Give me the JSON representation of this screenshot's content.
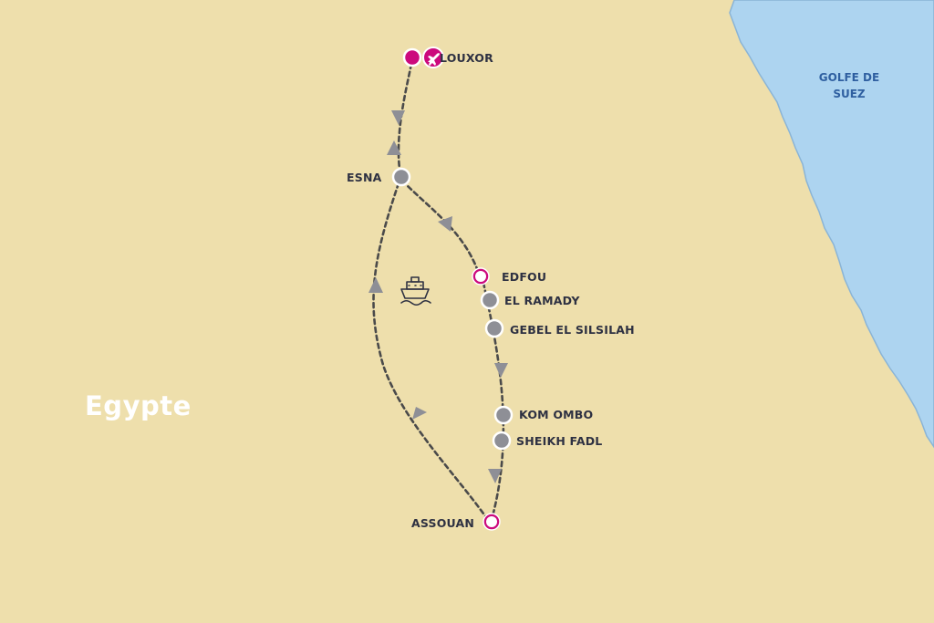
{
  "map": {
    "country_label": "Egypte",
    "sea_label_line1": "GOLFE DE",
    "sea_label_line2": "SUEZ",
    "colors": {
      "land": "#eedfac",
      "sea": "#add4f0",
      "coast": "#8ab4d6",
      "route": "#4a4a4a",
      "arrow": "#8e8f96",
      "stop_fill": "#8e8f96",
      "highlight": "#cc0a7d",
      "highlight_stop_fill": "#ffffff"
    },
    "icons": {
      "ship": "ship-icon",
      "airport": "airplane-icon"
    },
    "stops": [
      {
        "id": "louxor",
        "label": "LOUXOR",
        "type": "airport"
      },
      {
        "id": "esna",
        "label": "ESNA",
        "type": "stop"
      },
      {
        "id": "edfou",
        "label": "EDFOU",
        "type": "highlight"
      },
      {
        "id": "el-ramady",
        "label": "EL RAMADY",
        "type": "stop"
      },
      {
        "id": "gebel-el-silsilah",
        "label": "GEBEL EL SILSILAH",
        "type": "stop"
      },
      {
        "id": "kom-ombo",
        "label": "KOM OMBO",
        "type": "stop"
      },
      {
        "id": "sheikh-fadl",
        "label": "SHEIKH FADL",
        "type": "stop"
      },
      {
        "id": "assouan",
        "label": "ASSOUAN",
        "type": "highlight"
      }
    ]
  }
}
